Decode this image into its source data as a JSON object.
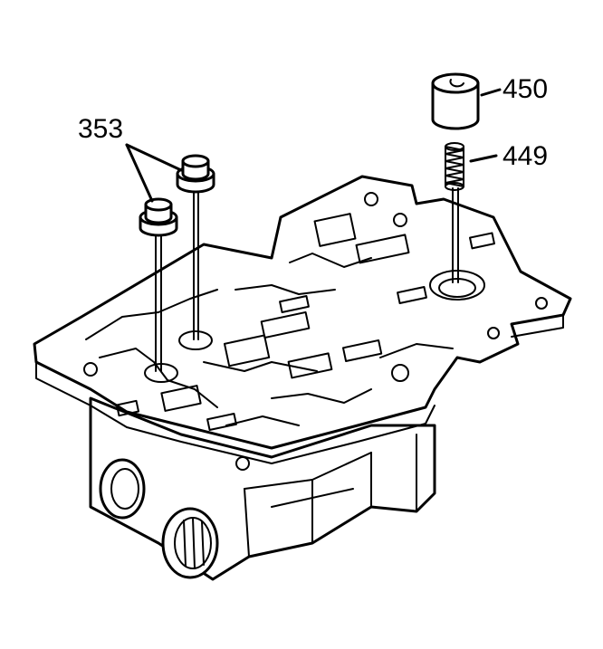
{
  "callouts": {
    "pins": "353",
    "cap": "450",
    "spring": "449"
  }
}
